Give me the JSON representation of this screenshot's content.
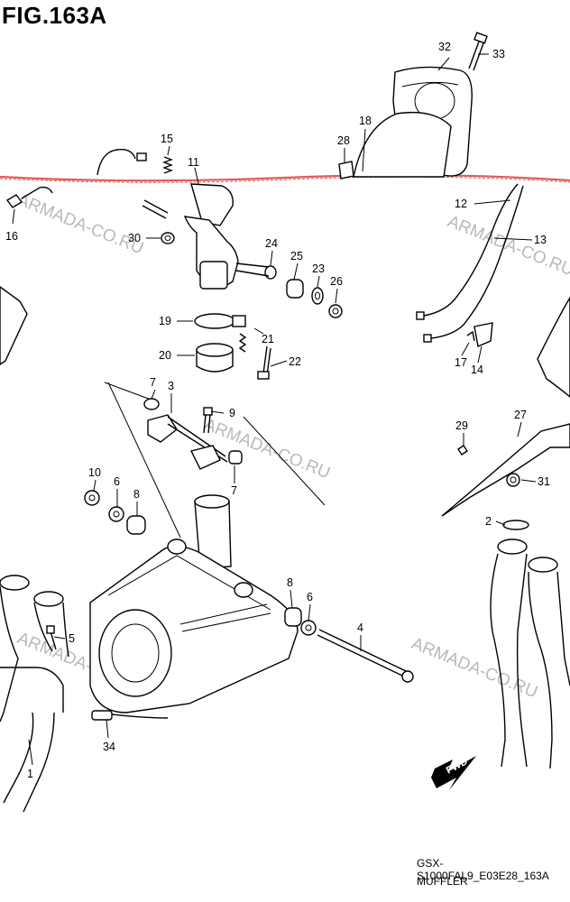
{
  "title": "FIG.163A",
  "footer": {
    "code": "GSX-S1000FAL9_E03E28_163A",
    "name": "MUFFLER"
  },
  "watermark": "ARMADA-CO.RU",
  "fwd_label": "FWD",
  "colors": {
    "divider": "#e35a5a",
    "watermark": "#b9b9b9",
    "line": "#000000"
  },
  "callouts": [
    {
      "id": "c1",
      "num": "1"
    },
    {
      "id": "c2",
      "num": "2"
    },
    {
      "id": "c3",
      "num": "3"
    },
    {
      "id": "c4",
      "num": "4"
    },
    {
      "id": "c5",
      "num": "5"
    },
    {
      "id": "c6a",
      "num": "6"
    },
    {
      "id": "c6b",
      "num": "6"
    },
    {
      "id": "c7a",
      "num": "7"
    },
    {
      "id": "c7b",
      "num": "7"
    },
    {
      "id": "c8a",
      "num": "8"
    },
    {
      "id": "c8b",
      "num": "8"
    },
    {
      "id": "c9",
      "num": "9"
    },
    {
      "id": "c10",
      "num": "10"
    },
    {
      "id": "c11",
      "num": "11"
    },
    {
      "id": "c12",
      "num": "12"
    },
    {
      "id": "c13",
      "num": "13"
    },
    {
      "id": "c14",
      "num": "14"
    },
    {
      "id": "c15",
      "num": "15"
    },
    {
      "id": "c16",
      "num": "16"
    },
    {
      "id": "c17",
      "num": "17"
    },
    {
      "id": "c18",
      "num": "18"
    },
    {
      "id": "c19",
      "num": "19"
    },
    {
      "id": "c20",
      "num": "20"
    },
    {
      "id": "c21",
      "num": "21"
    },
    {
      "id": "c22",
      "num": "22"
    },
    {
      "id": "c23",
      "num": "23"
    },
    {
      "id": "c24",
      "num": "24"
    },
    {
      "id": "c25",
      "num": "25"
    },
    {
      "id": "c26",
      "num": "26"
    },
    {
      "id": "c27",
      "num": "27"
    },
    {
      "id": "c28",
      "num": "28"
    },
    {
      "id": "c29",
      "num": "29"
    },
    {
      "id": "c30",
      "num": "30"
    },
    {
      "id": "c31",
      "num": "31"
    },
    {
      "id": "c32",
      "num": "32"
    },
    {
      "id": "c33",
      "num": "33"
    },
    {
      "id": "c34",
      "num": "34"
    }
  ]
}
